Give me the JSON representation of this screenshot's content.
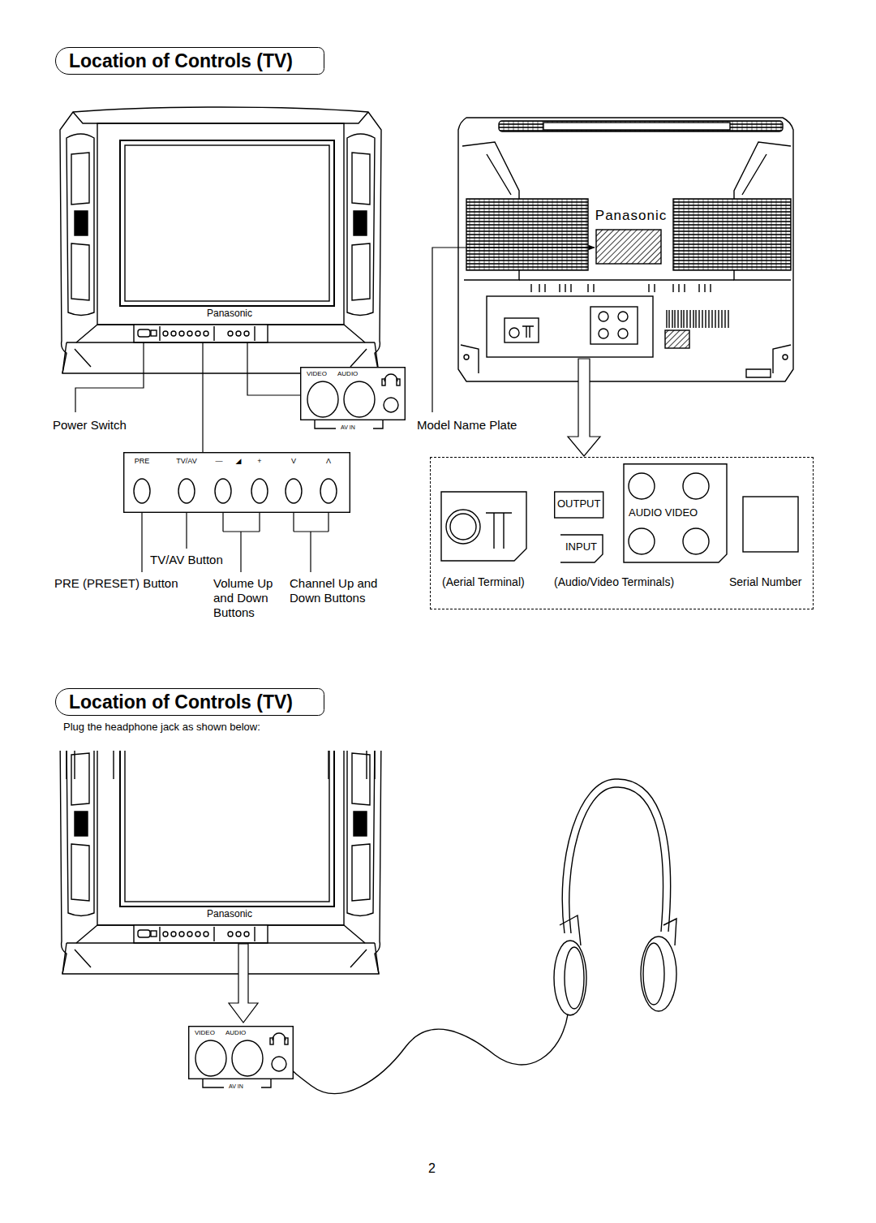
{
  "diagram": {
    "nodes": [
      {
        "text": [
          "Location of Controls (TV)"
        ]
      },
      {
        "text": [
          "VIDEO",
          "AUDIO",
          "AV IN"
        ]
      },
      {
        "text": [
          "PRE",
          "TV/AV",
          "—",
          "◢",
          "+",
          "V",
          "Λ"
        ]
      },
      {
        "text": [
          "(Aerial Terminal)",
          "(Audio/Video Terminals)",
          "Serial Number"
        ]
      },
      {
        "text": [
          "OUTPUT",
          "AUDIO VIDEO",
          "INPUT"
        ],
        "in": 3
      },
      {
        "text": [
          "Location of Controls (TV)"
        ]
      },
      {
        "text": [
          "VIDEO",
          "AUDIO",
          "AV IN"
        ]
      }
    ],
    "labels": [
      "Panasonic",
      "Power Switch",
      "TV/AV Button",
      "PRE (PRESET) Button",
      "Volume Up and Down Buttons",
      "Channel Up and Down Buttons",
      "Panasonic",
      "Model Name Plate",
      "Plug the headphone jack as shown below:",
      "Panasonic",
      "2"
    ]
  }
}
